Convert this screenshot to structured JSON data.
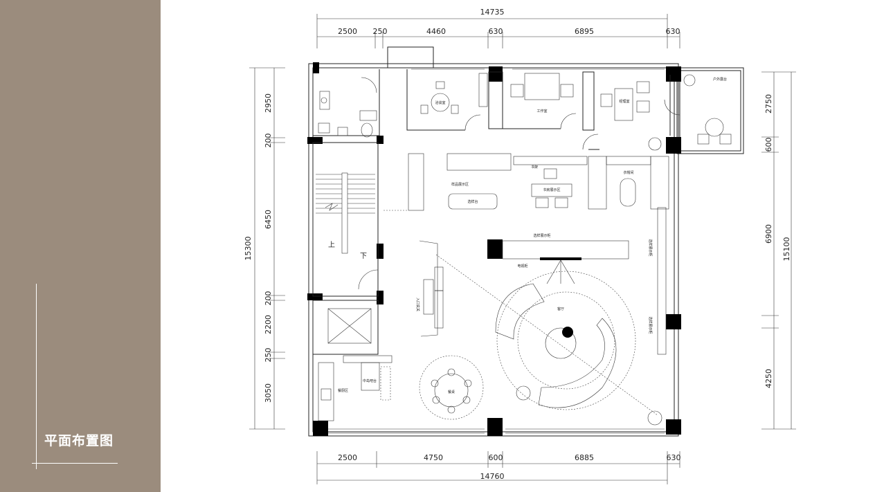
{
  "sidebar": {
    "title": "平面布置图"
  },
  "dimensions": {
    "top_total": "14735",
    "top": [
      "2500",
      "250",
      "4460",
      "630",
      "6895",
      "630"
    ],
    "bottom_total": "14760",
    "bottom": [
      "2500",
      "4750",
      "600",
      "6885",
      "630"
    ],
    "left_total": "15300",
    "left": [
      "2950",
      "200",
      "6450",
      "200",
      "2200",
      "250",
      "3050"
    ],
    "right_total": "15100",
    "right": [
      "2750",
      "600",
      "6900",
      "4250"
    ]
  },
  "rooms": {
    "negotiation": "洽谈室",
    "studio": "工作室",
    "manager": "经理室",
    "outdoor_terrace": "户外露台",
    "bookshelf": "书架",
    "cloakroom": "衣帽间",
    "finished_display": "样品展示区",
    "book_display": "书房展示区",
    "sample_table": "选样台",
    "sample_cabinet": "选样展示柜",
    "tv_cabinet": "电视柜",
    "living_room": "客厅",
    "sample_cabinet_side_1": "选样展示柜",
    "sample_cabinet_side_2": "选样展示柜",
    "entrance": "入口玄关",
    "kitchen": "餐厨区",
    "dining_table": "餐桌",
    "island": "中岛吧台",
    "stair_up": "上",
    "stair_down": "下"
  }
}
